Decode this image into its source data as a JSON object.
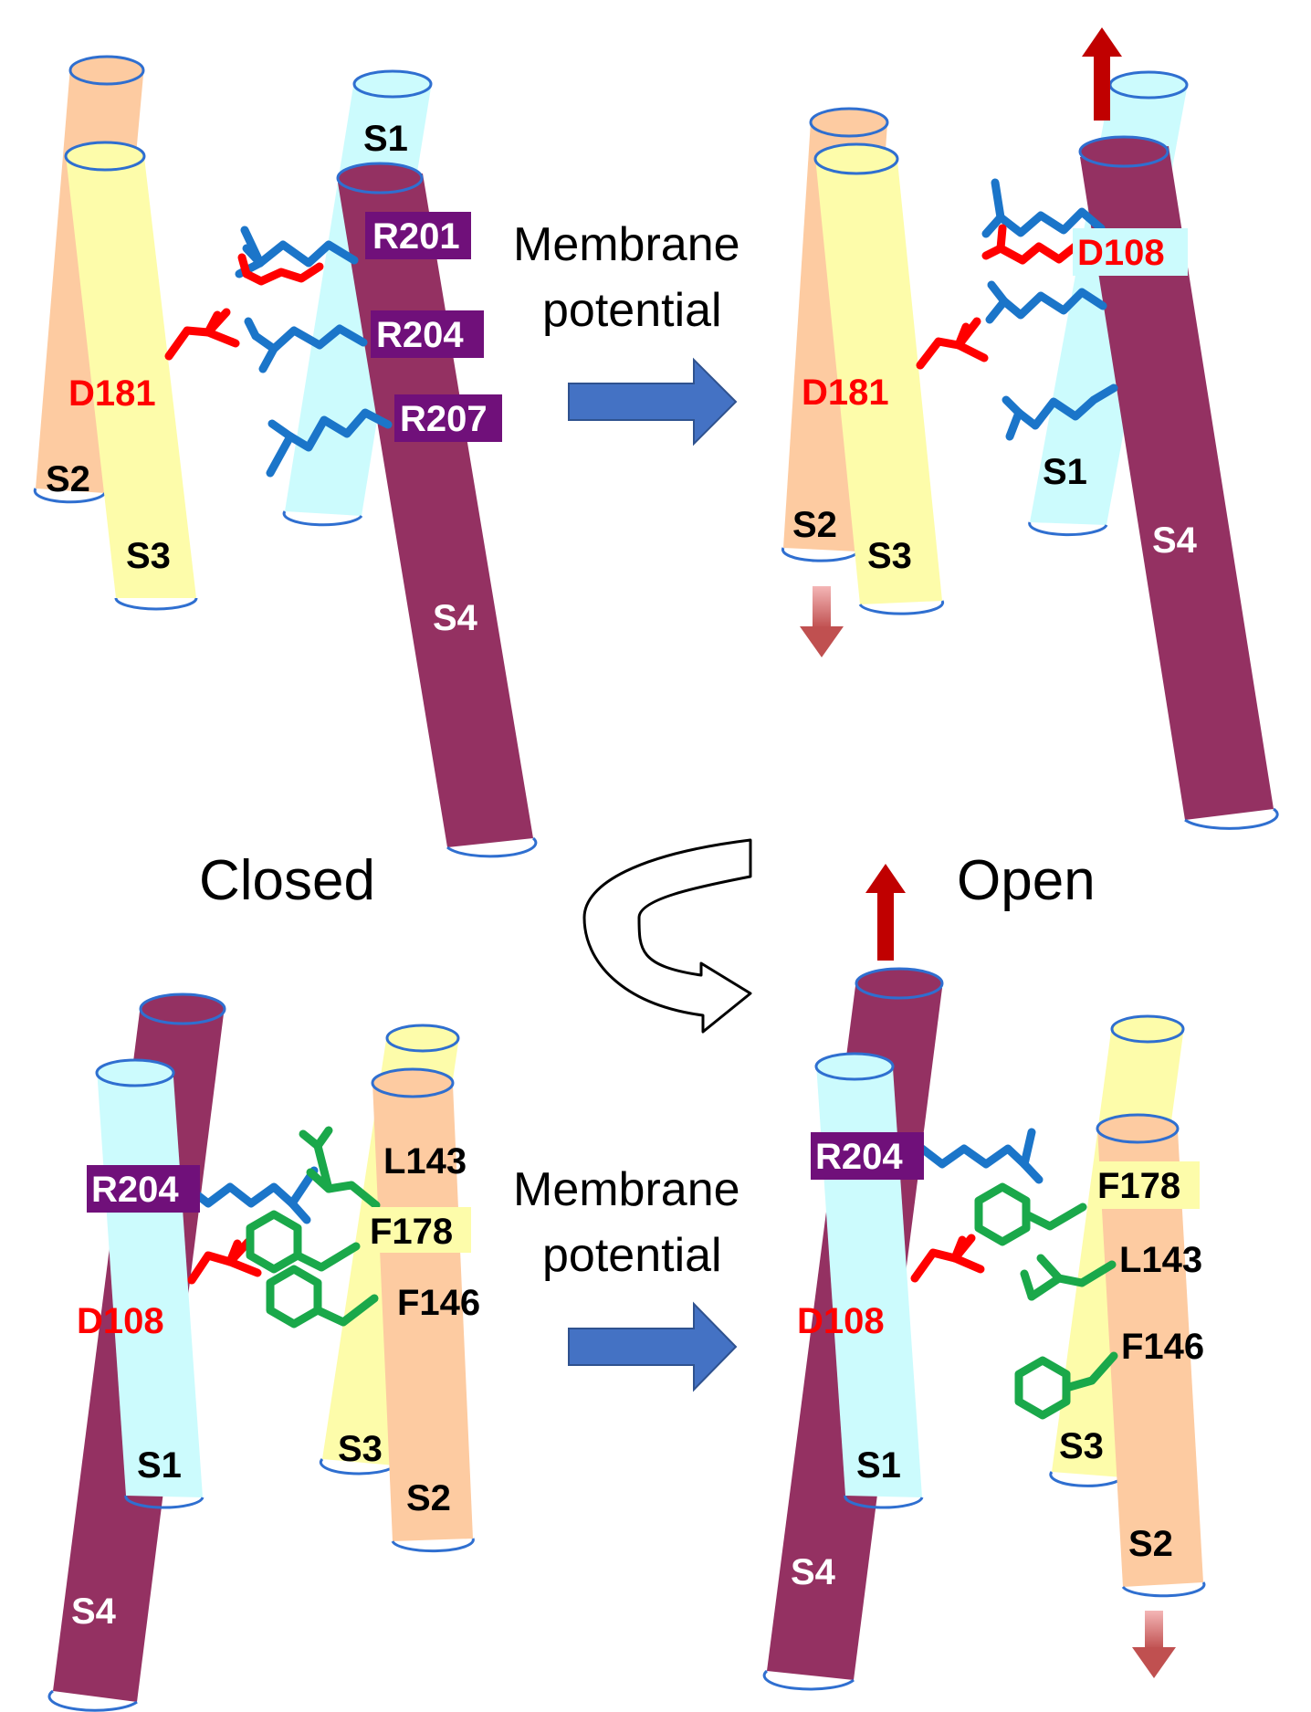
{
  "colors": {
    "S1": "#ccfbfd",
    "S2": "#fdcba1",
    "S3": "#fdfcaa",
    "S4": "#943162",
    "rim": "#2f6fd0",
    "acidic": "#ff0000",
    "basic": "#1b75c9",
    "hydrophobic": "#1aa84a",
    "arg_box": "#70107a",
    "flow_arrow": "#4472c4",
    "up_arrow": "#c00000",
    "down_arrow": "#e06666"
  },
  "top_left": {
    "helices": {
      "s1": "S1",
      "s2": "S2",
      "s3": "S3",
      "s4": "S4"
    },
    "residues": {
      "d181": "D181",
      "r201": "R201",
      "r204": "R204",
      "r207": "R207"
    }
  },
  "top_right": {
    "helices": {
      "s1": "S1",
      "s2": "S2",
      "s3": "S3",
      "s4": "S4"
    },
    "residues": {
      "d181": "D181",
      "d108": "D108"
    }
  },
  "bottom_left": {
    "helices": {
      "s1": "S1",
      "s2": "S2",
      "s3": "S3",
      "s4": "S4"
    },
    "residues": {
      "r204": "R204",
      "d108": "D108",
      "l143": "L143",
      "f178": "F178",
      "f146": "F146"
    }
  },
  "bottom_right": {
    "helices": {
      "s1": "S1",
      "s2": "S2",
      "s3": "S3",
      "s4": "S4"
    },
    "residues": {
      "r204": "R204",
      "d108": "D108",
      "f178": "F178",
      "l143": "L143",
      "f146": "F146"
    }
  },
  "arrows": {
    "top": {
      "line1": "Membrane",
      "line2": "potential"
    },
    "bottom": {
      "line1": "Membrane",
      "line2": "potential"
    }
  },
  "states": {
    "closed": "Closed",
    "open": "Open"
  }
}
